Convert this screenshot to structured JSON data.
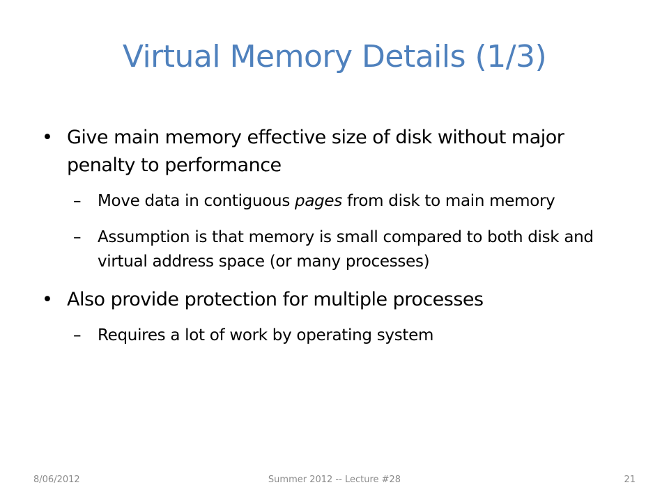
{
  "slide": {
    "title": "Virtual Memory Details (1/3)",
    "bullets": [
      {
        "marker": "•",
        "text": "Give main memory effective size of disk without major penalty to performance",
        "sub": [
          {
            "marker": "–",
            "text_before": "Move data in contiguous ",
            "text_emph": "pages",
            "text_after": " from disk to main memory"
          },
          {
            "marker": "–",
            "text": "Assumption is that memory is small compared to both disk and virtual address space (or many processes)"
          }
        ]
      },
      {
        "marker": "•",
        "text": "Also provide protection for multiple processes",
        "sub": [
          {
            "marker": "–",
            "text": "Requires a lot of work by operating system"
          }
        ]
      }
    ]
  },
  "footer": {
    "date": "8/06/2012",
    "center": "Summer 2012 -- Lecture #28",
    "page_number": "21"
  },
  "colors": {
    "title": "#4f81bd",
    "footer": "#8c8c8c"
  }
}
